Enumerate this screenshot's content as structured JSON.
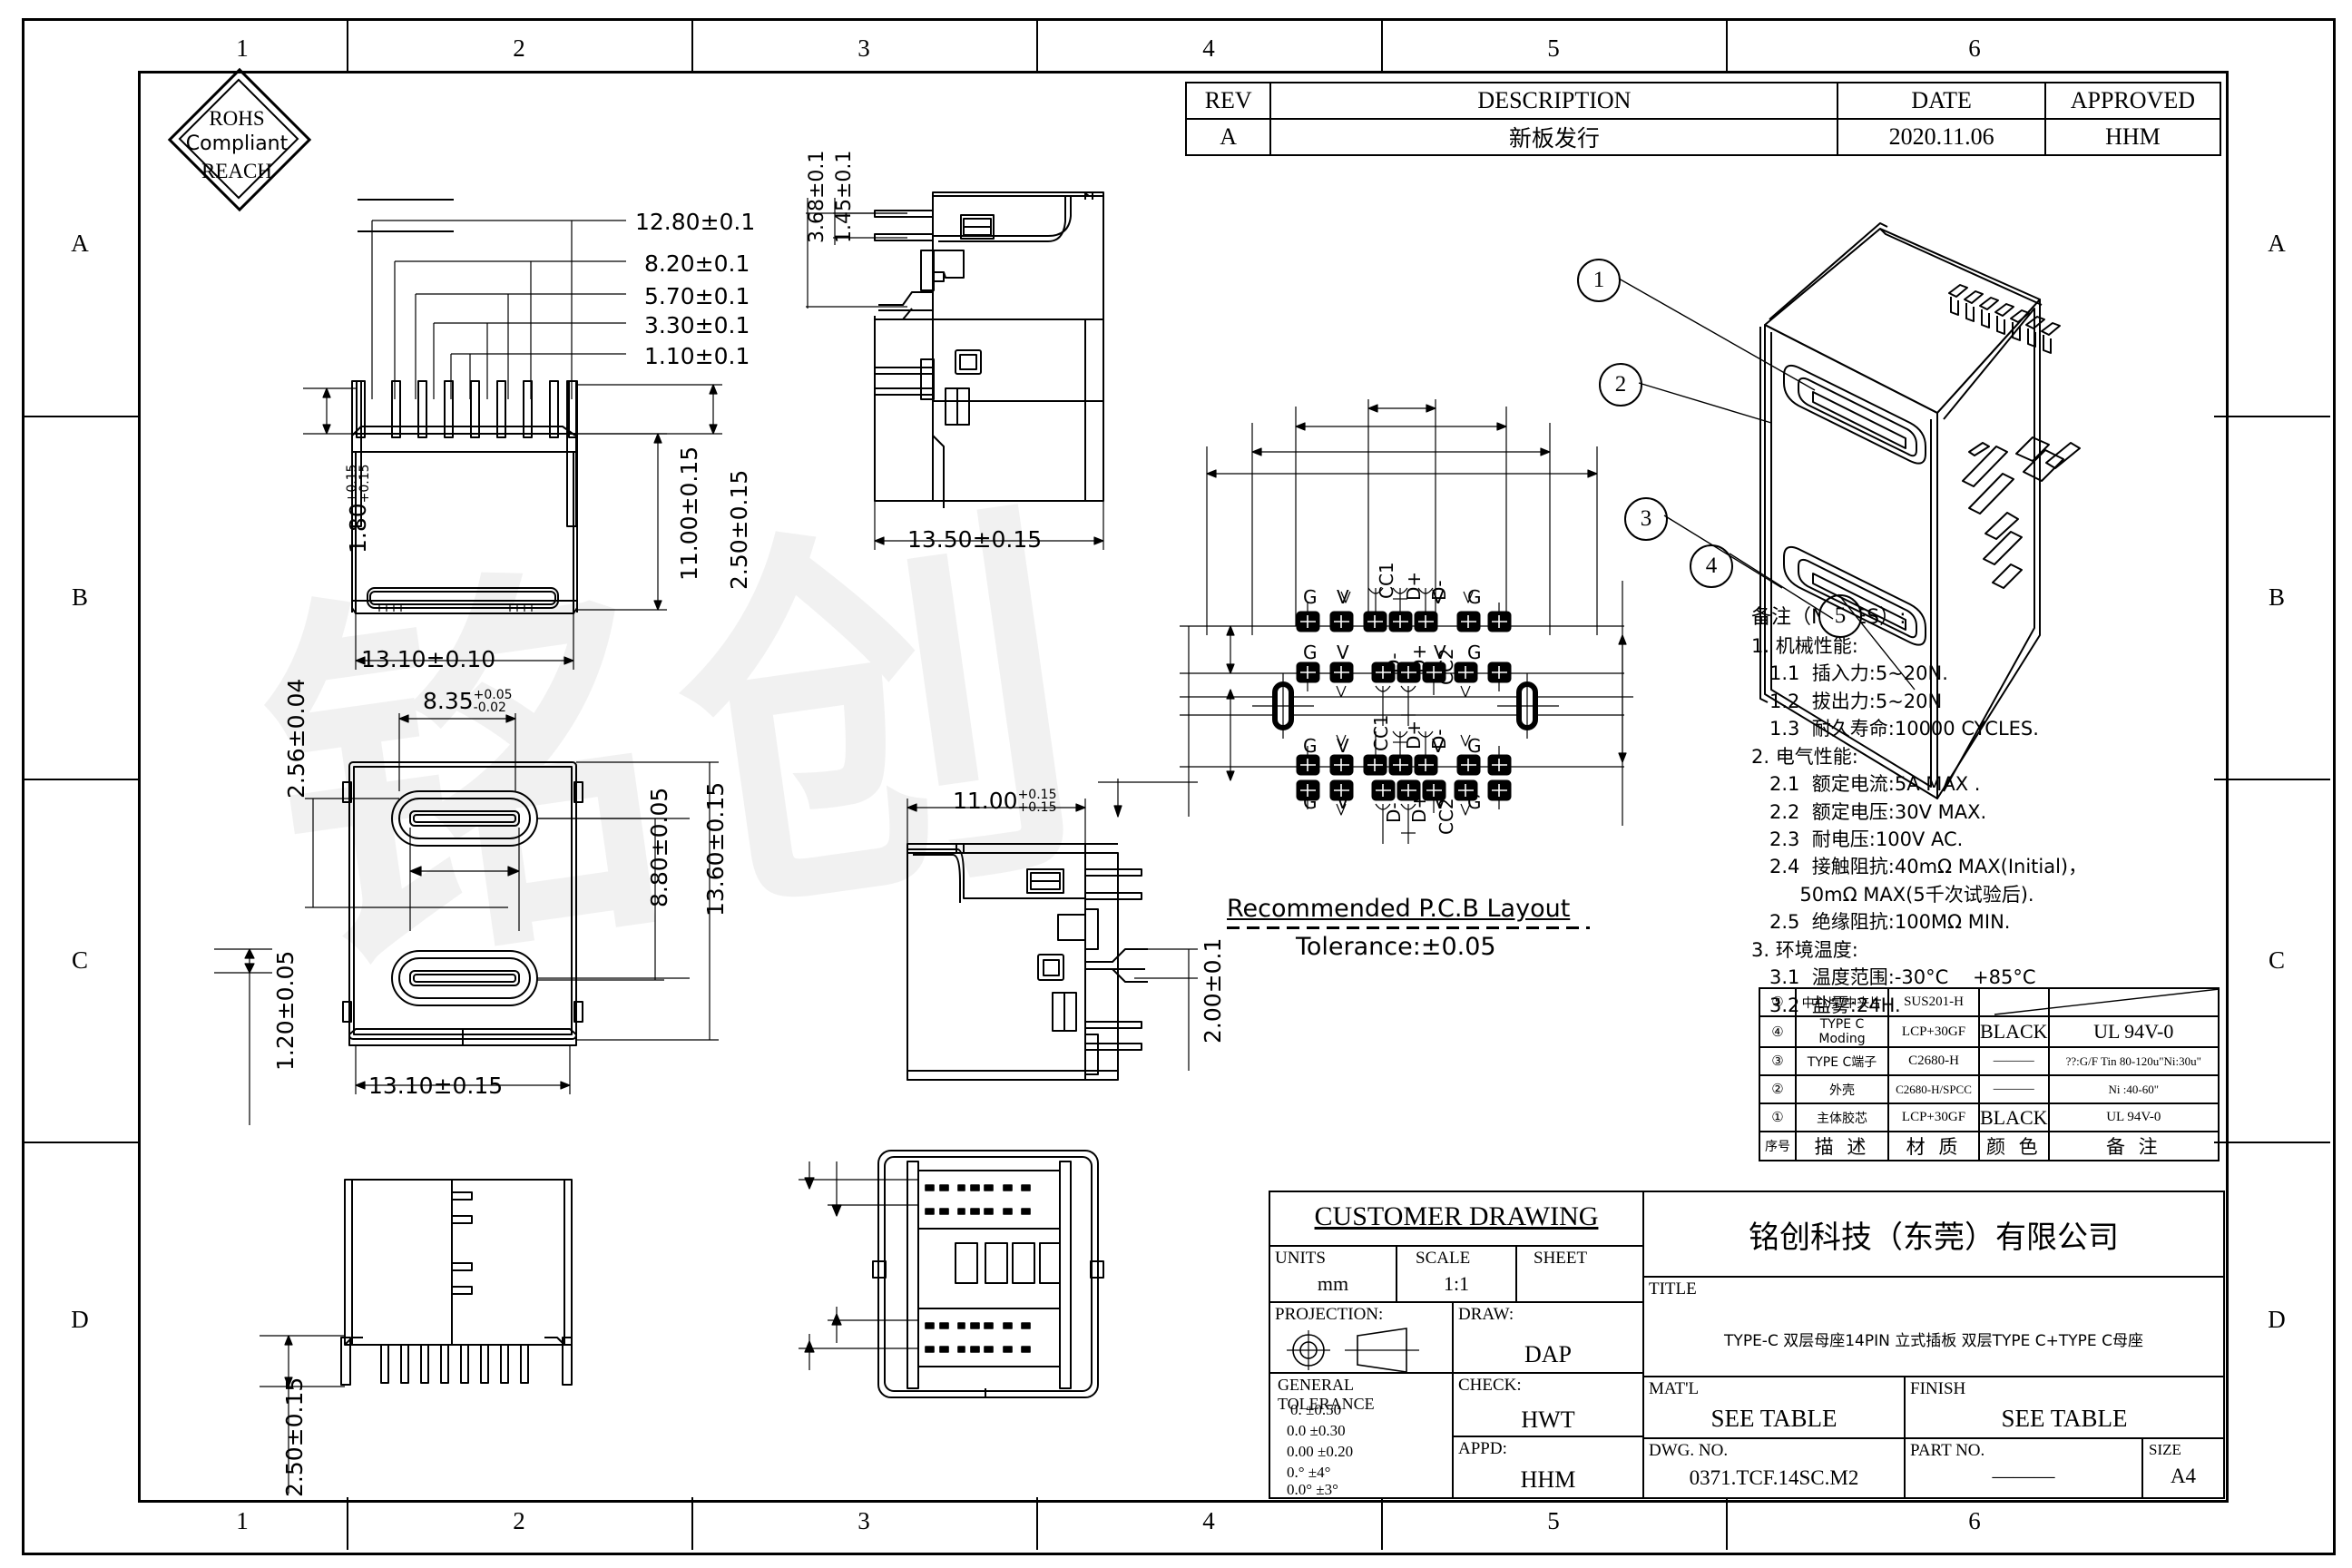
{
  "sheet": {
    "zones_top": [
      "1",
      "2",
      "3",
      "4",
      "5",
      "6"
    ],
    "zones_bottom": [
      "1",
      "2",
      "3",
      "4",
      "5",
      "6"
    ],
    "zones_left": [
      "A",
      "B",
      "C",
      "D"
    ],
    "zones_right": [
      "A",
      "B",
      "C",
      "D"
    ]
  },
  "rohs": {
    "line1": "ROHS",
    "line2": "Compliant",
    "line3": "REACH"
  },
  "revision": {
    "headers": [
      "REV",
      "DESCRIPTION",
      "DATE",
      "APPROVED"
    ],
    "rows": [
      {
        "rev": "A",
        "description": "新板发行",
        "date": "2020.11.06",
        "approved": "HHM"
      }
    ]
  },
  "notes": {
    "title": "备注（NOTES）:",
    "lines": [
      "1. 机械性能:",
      "   1.1  插入力:5~20N.",
      "   1.2  拔出力:5~20N",
      "   1.3  耐久寿命:10000 CYCLES.",
      "2. 电气性能:",
      "   2.1  额定电流:5A MAX .",
      "   2.2  额定电压:30V MAX.",
      "   2.3  耐电压:100V AC.",
      "   2.4  接触阻抗:40mΩ MAX(Initial)，",
      "        50mΩ MAX(5千次试验后).",
      "   2.5  绝缘阻抗:100MΩ MIN.",
      "3. 环境温度:",
      "   3.1  温度范围:-30°C    +85°C",
      "   3.2  盐雾:24H."
    ]
  },
  "balloons": [
    "1",
    "2",
    "3",
    "4",
    "5"
  ],
  "materials": {
    "headers": [
      "序号",
      "描 述",
      "材 质",
      "颜 色",
      "备 注"
    ],
    "rows": [
      {
        "no": "⑤",
        "desc": "中心片/中夹片",
        "material": "SUS201-H",
        "color": "",
        "remark": ""
      },
      {
        "no": "④",
        "desc": "TYPE C Moding",
        "material": "LCP+30GF",
        "color": "BLACK",
        "remark": "UL 94V-0"
      },
      {
        "no": "③",
        "desc": "TYPE C端子",
        "material": "C2680-H",
        "color": "———",
        "remark": "??:G/F Tin 80-120u\"Ni:30u\""
      },
      {
        "no": "②",
        "desc": "外壳",
        "material": "C2680-H/SPCC",
        "color": "———",
        "remark": "Ni :40-60\""
      },
      {
        "no": "①",
        "desc": "主体胶芯",
        "material": "LCP+30GF",
        "color": "BLACK",
        "remark": "UL 94V-0"
      }
    ]
  },
  "title_block": {
    "customer_drawing": "CUSTOMER DRAWING",
    "units_label": "UNITS",
    "units_value": "mm",
    "scale_label": "SCALE",
    "scale_value": "1:1",
    "sheet_label": "SHEET",
    "sheet_value": "",
    "projection_label": "PROJECTION:",
    "draw_label": "DRAW:",
    "draw_value": "DAP",
    "check_label": "CHECK:",
    "check_value": "HWT",
    "appd_label": "APPD:",
    "appd_value": "HHM",
    "tolerance_title": "GENERAL  TOLERANCE",
    "tolerance_rows": [
      "0.     ±0.50",
      "0.0   ±0.30",
      "0.00  ±0.20",
      "0.°   ±4°",
      "0.0°  ±3°"
    ],
    "company": "铭创科技（东莞）有限公司",
    "title_label": "TITLE",
    "title_value": "TYPE-C 双层母座14PIN 立式插板 双层TYPE C+TYPE C母座",
    "matl_label": "MAT'L",
    "matl_value": "SEE TABLE",
    "finish_label": "FINISH",
    "finish_value": "SEE TABLE",
    "dwg_no_label": "DWG. NO.",
    "dwg_no_value": "0371.TCF.14SC.M2",
    "part_no_label": "PART NO.",
    "part_no_value": "———",
    "size_label": "SIZE",
    "size_value": "A4"
  },
  "pcb_layout": {
    "title": "Recommended  P.C.B  Layout",
    "tolerance": "Tolerance:±0.05",
    "pin_labels_upper_top": [
      "G",
      "V",
      "CC1",
      "D+",
      "D-",
      "V",
      "G"
    ],
    "pin_labels_upper_bottom": [
      "G",
      "V",
      "D-",
      "D+",
      "CC2",
      "V",
      "G"
    ],
    "pin_labels_lower_top": [
      "G",
      "V",
      "CC1",
      "D+",
      "D-",
      "V",
      "G"
    ],
    "pin_labels_lower_bottom": [
      "G",
      "V",
      "D-",
      "D+",
      "CC2",
      "V",
      "G"
    ]
  },
  "dimensions": {
    "top_stack": [
      "12.80±0.1",
      "8.20±0.1",
      "5.70±0.1",
      "3.30±0.1",
      "1.10±0.1"
    ],
    "d_180": "1.80",
    "d_180_t": "+0.15/+0.15",
    "d_250": "2.50±0.15",
    "d_1100": "11.00±0.15",
    "d_1310_a": "13.10±0.10",
    "d_256": "2.56±0.04",
    "d_835": "8.35",
    "d_835_t": "+0.05/-0.02",
    "d_880": "8.80±0.05",
    "d_1360": "13.60±0.15",
    "d_120": "1.20±0.05",
    "d_1310_b": "13.10±0.15",
    "d_250_b": "2.50±0.15",
    "d_368": "3.68±0.1",
    "d_145": "1.45±0.1",
    "d_1350": "13.50±0.15",
    "d_1100_b": "11.00",
    "d_1100_b_t": "+0.15/+0.15",
    "d_200": "2.00±0.1"
  },
  "watermark": "铭创"
}
